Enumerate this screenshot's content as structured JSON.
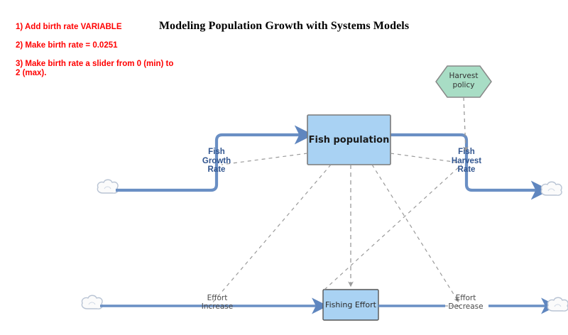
{
  "page": {
    "title": "Modeling Population Growth with Systems Models",
    "background_color": "#ffffff"
  },
  "annotations": {
    "color": "#ff0000",
    "items": [
      "1) Add birth rate VARIABLE",
      "2) Make birth rate = 0.0251",
      "3) Make birth rate a slider from 0 (min) to 2 (max)."
    ]
  },
  "diagram": {
    "type": "stock-and-flow",
    "colors": {
      "stock_fill": "#a9d2f3",
      "stock_border": "#7a7a7a",
      "flow_pipe": "#6a8fc4",
      "rate_text": "#31558f",
      "converter_fill": "#a8ddc5",
      "converter_border": "#888888",
      "link_dashed": "#9a9a9a",
      "cloud_fill": "#fbfbfb",
      "cloud_border": "#b9c4d4"
    },
    "stocks": [
      {
        "id": "fish-population",
        "label": "Fish population"
      },
      {
        "id": "fishing-effort",
        "label": "Fishing Effort"
      }
    ],
    "rates": [
      {
        "id": "fish-growth-rate",
        "label": "Fish Growth Rate",
        "lines": [
          "Fish",
          "Growth",
          "Rate"
        ]
      },
      {
        "id": "fish-harvest-rate",
        "label": "Fish Harvest Rate",
        "lines": [
          "Fish",
          "Harvest",
          "Rate"
        ]
      },
      {
        "id": "effort-increase",
        "label": "Effort Increase",
        "lines": [
          "Effort",
          "Increase"
        ]
      },
      {
        "id": "effort-decrease",
        "label": "Effort Decrease",
        "lines": [
          "Effort",
          "Decrease"
        ]
      }
    ],
    "converters": [
      {
        "id": "harvest-policy",
        "label": "Harvest policy",
        "lines": [
          "Harvest",
          "policy"
        ],
        "shape": "hexagon"
      }
    ],
    "clouds": [
      {
        "id": "cloud-source-top",
        "role": "source"
      },
      {
        "id": "cloud-sink-top",
        "role": "sink"
      },
      {
        "id": "cloud-source-bottom",
        "role": "source"
      },
      {
        "id": "cloud-sink-bottom",
        "role": "sink"
      }
    ],
    "flows": [
      {
        "id": "flow-growth",
        "from": "cloud-source-top",
        "through": "fish-growth-rate",
        "to": "fish-population"
      },
      {
        "id": "flow-harvest",
        "from": "fish-population",
        "through": "fish-harvest-rate",
        "to": "cloud-sink-top"
      },
      {
        "id": "flow-effort-increase",
        "from": "cloud-source-bottom",
        "through": "effort-increase",
        "to": "fishing-effort"
      },
      {
        "id": "flow-effort-decrease",
        "from": "fishing-effort",
        "through": "effort-decrease",
        "to": "cloud-sink-bottom"
      }
    ],
    "links": [
      {
        "id": "link-pop-to-growth",
        "from": "fish-population",
        "to": "fish-growth-rate"
      },
      {
        "id": "link-pop-to-harvest",
        "from": "fish-population",
        "to": "fish-harvest-rate"
      },
      {
        "id": "link-pop-to-effort-increase",
        "from": "fish-population",
        "to": "effort-increase"
      },
      {
        "id": "link-pop-to-fishing-effort",
        "from": "fish-population",
        "to": "fishing-effort"
      },
      {
        "id": "link-pop-to-effort-decrease",
        "from": "fish-population",
        "to": "effort-decrease"
      },
      {
        "id": "link-effort-to-harvest",
        "from": "fishing-effort",
        "to": "fish-harvest-rate"
      },
      {
        "id": "link-policy-to-harvest",
        "from": "harvest-policy",
        "to": "fish-harvest-rate"
      }
    ]
  }
}
